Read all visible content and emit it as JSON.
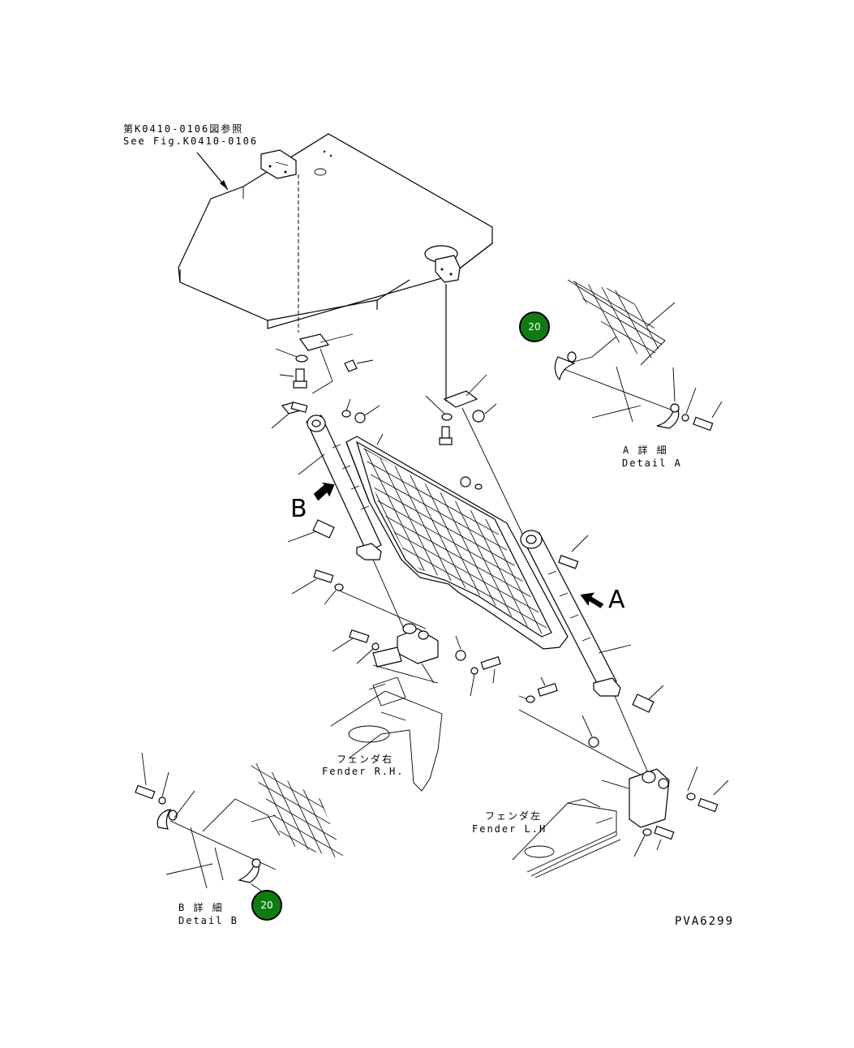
{
  "reference": {
    "jp": "第K0410-0106図参照",
    "en": "See Fig.K0410-0106"
  },
  "view_arrows": {
    "a": "A",
    "b": "B"
  },
  "detail_a": {
    "jp": "A 詳 細",
    "en": "Detail A"
  },
  "detail_b": {
    "jp": "B 詳 細",
    "en": "Detail B"
  },
  "fender_rh": {
    "jp": "フェンダ右",
    "en": "Fender R.H."
  },
  "fender_lh": {
    "jp": "フェンダ左",
    "en": "Fender L.H"
  },
  "callouts": {
    "detail_a_item": "20",
    "detail_b_item": "20"
  },
  "drawing_number": "PVA6299",
  "colors": {
    "callout_fill": "#0e7d10",
    "callout_text": "#ffffff",
    "line": "#000000"
  }
}
